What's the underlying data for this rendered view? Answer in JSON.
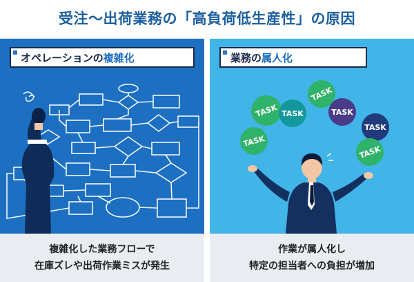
{
  "title": "受注〜出荷業務の「高負荷低生産性」の原因",
  "colors": {
    "title": "#1b5f9e",
    "left_panel_bg": "#1c6fc1",
    "right_panel_bg": "#41b4e8",
    "caption_bg": "#e9edf2",
    "task_green": "#2fb36a",
    "task_teal": "#12989c",
    "task_navy": "#203a7a",
    "task_purple": "#4b3c8a"
  },
  "left_panel": {
    "badge_plain": "オペレーションの",
    "badge_highlight": "複雑化",
    "caption_lines": [
      "複雑化した業務フローで",
      "在庫ズレや出荷作業ミスが発生"
    ]
  },
  "right_panel": {
    "badge_plain": "業務の",
    "badge_highlight": "属人化",
    "caption_lines": [
      "作業が属人化し",
      "特定の担当者への負担が増加"
    ],
    "tasks": [
      "TASK",
      "TASK",
      "TASK",
      "TASK",
      "TASK",
      "TASK",
      "TASK"
    ]
  }
}
